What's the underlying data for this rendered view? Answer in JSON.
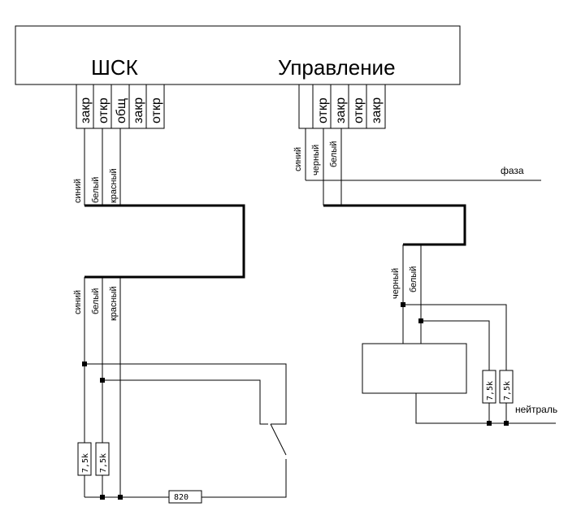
{
  "blocks": {
    "shsk_title": "ШСК",
    "control_title": "Управление"
  },
  "shsk_pins": [
    "закр",
    "откр",
    "общ",
    "закр",
    "откр"
  ],
  "control_pins": [
    "откр",
    "закр",
    "откр",
    "закр"
  ],
  "wires": {
    "top_left": [
      "синий",
      "белый",
      "красный"
    ],
    "bottom_left": [
      "синий",
      "белый",
      "красный"
    ],
    "top_right": [
      "синий",
      "черный",
      "белый"
    ],
    "lower_right": [
      "черный",
      "белый"
    ]
  },
  "lines": {
    "phase": "фаза",
    "neutral": "нейтраль"
  },
  "resistors": {
    "left_1": "7,5k",
    "left_2": "7,5k",
    "right_1": "7,5k",
    "right_2": "7,5k",
    "bottom": "820"
  }
}
